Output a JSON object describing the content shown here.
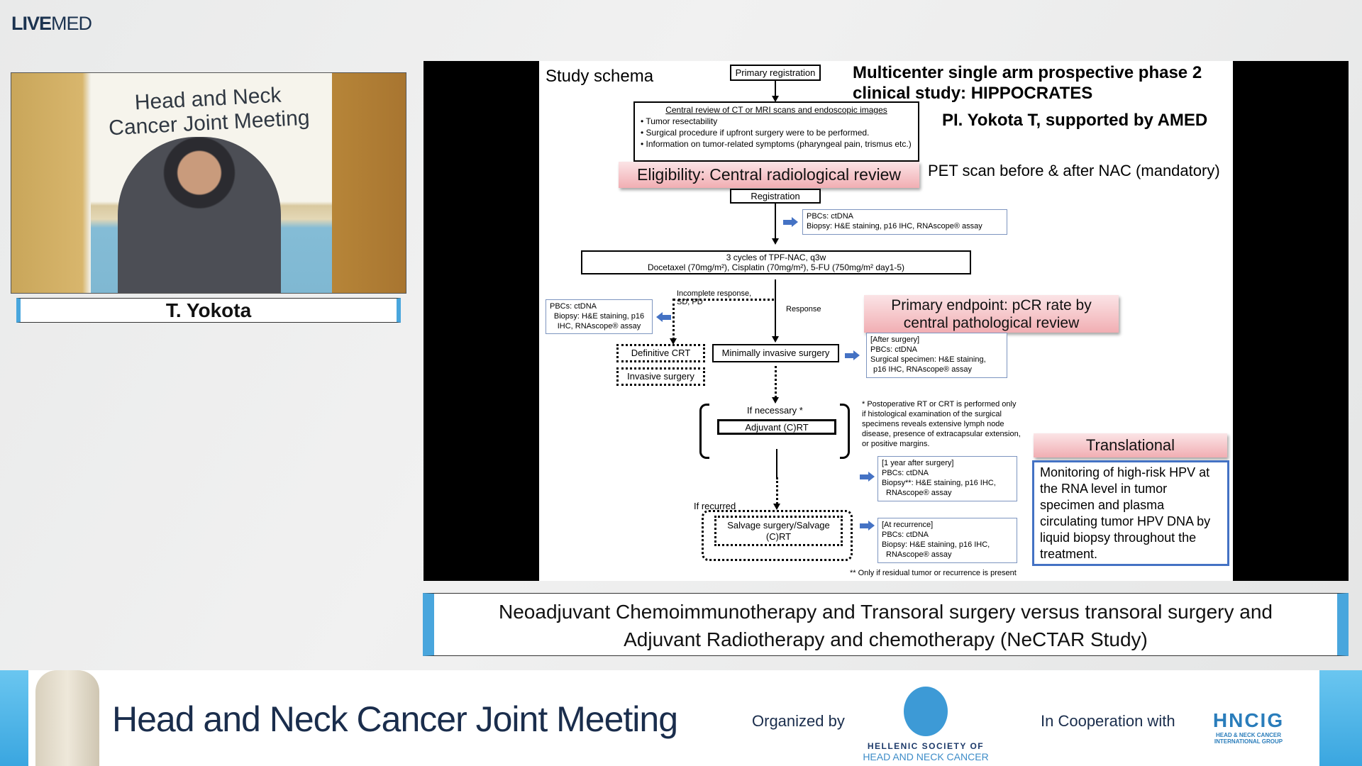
{
  "brand": {
    "live": "LIVE",
    "med": "MED"
  },
  "video": {
    "banner_title": "Head and Neck Cancer Joint Meeting",
    "speaker": "T. Yokota"
  },
  "slide": {
    "study_schema": "Study schema",
    "title_line1": "Multicenter single arm prospective phase 2",
    "title_line2": "clinical study: HIPPOCRATES",
    "pi": "PI. Yokota T, supported by AMED",
    "pet": "PET scan before & after NAC (mandatory)",
    "primary_registration": "Primary registration",
    "central_review": {
      "heading": "Central review of CT or MRI scans and endoscopic images",
      "bullets": [
        "Tumor resectability",
        "Surgical procedure if upfront surgery were to be performed.",
        "Information on tumor-related symptoms (pharyngeal pain, trismus etc.)"
      ]
    },
    "eligibility": "Eligibility: Central radiological review",
    "registration": "Registration",
    "pbc_box1": [
      "PBCs: ctDNA",
      "Biopsy: H&E staining, p16 IHC, RNAscope® assay"
    ],
    "tpf": [
      "3 cycles of TPF-NAC, q3w",
      "Docetaxel (70mg/m²), Cisplatin (70mg/m²), 5-FU (750mg/m² day1-5)"
    ],
    "incomplete": [
      "Incomplete response,",
      "SD, PD"
    ],
    "response": "Response",
    "pbc_left": [
      "PBCs: ctDNA",
      "Biopsy: H&E staining, p16",
      "IHC, RNAscope® assay"
    ],
    "definitive_crt": "Definitive CRT",
    "invasive_surgery": "Invasive surgery",
    "mis": "Minimally invasive surgery",
    "primary_endpoint": [
      "Primary endpoint: pCR rate by",
      "central pathological review"
    ],
    "after_surgery": [
      "[After surgery]",
      "PBCs: ctDNA",
      "Surgical specimen: H&E staining,",
      "p16 IHC, RNAscope® assay"
    ],
    "if_necessary": "If necessary *",
    "adjuvant": "Adjuvant (C)RT",
    "footnote1": [
      "* Postoperative RT or CRT is performed only",
      "if histological examination of the surgical",
      "specimens reveals extensive lymph node",
      "disease, presence of extracapsular extension,",
      "or positive margins."
    ],
    "one_year": [
      "[1 year after surgery]",
      "PBCs: ctDNA",
      "Biopsy**: H&E staining, p16 IHC,",
      "RNAscope® assay"
    ],
    "if_recurred": "If recurred",
    "salvage": [
      "Salvage surgery/Salvage",
      "(C)RT"
    ],
    "at_recurrence": [
      "[At recurrence]",
      "PBCs: ctDNA",
      "Biopsy: H&E staining, p16 IHC,",
      "RNAscope® assay"
    ],
    "footnote2": "** Only if residual tumor or recurrence is present",
    "translational": "Translational",
    "monitoring": [
      "Monitoring of high-risk HPV at",
      "the RNA level in tumor",
      "specimen and plasma",
      "circulating tumor HPV DNA by",
      "liquid biopsy throughout the",
      "treatment."
    ]
  },
  "caption": [
    "Neoadjuvant Chemoimmunotherapy and Transoral surgery versus transoral surgery and",
    "Adjuvant Radiotherapy and chemotherapy (NeCTAR Study)"
  ],
  "footer": {
    "title": "Head and Neck Cancer Joint Meeting",
    "organized_by": "Organized by",
    "org_logo": [
      "HELLENIC SOCIETY OF",
      "HEAD AND NECK CANCER"
    ],
    "cooperation": "In Cooperation with",
    "partner_logo": [
      "HNCIG",
      "HEAD & NECK CANCER",
      "INTERNATIONAL GROUP"
    ]
  },
  "colors": {
    "accent_blue": "#49a6dd",
    "navy": "#1a2d4c",
    "arrow_blue": "#4472c4",
    "pink": "#f1aeb3"
  }
}
